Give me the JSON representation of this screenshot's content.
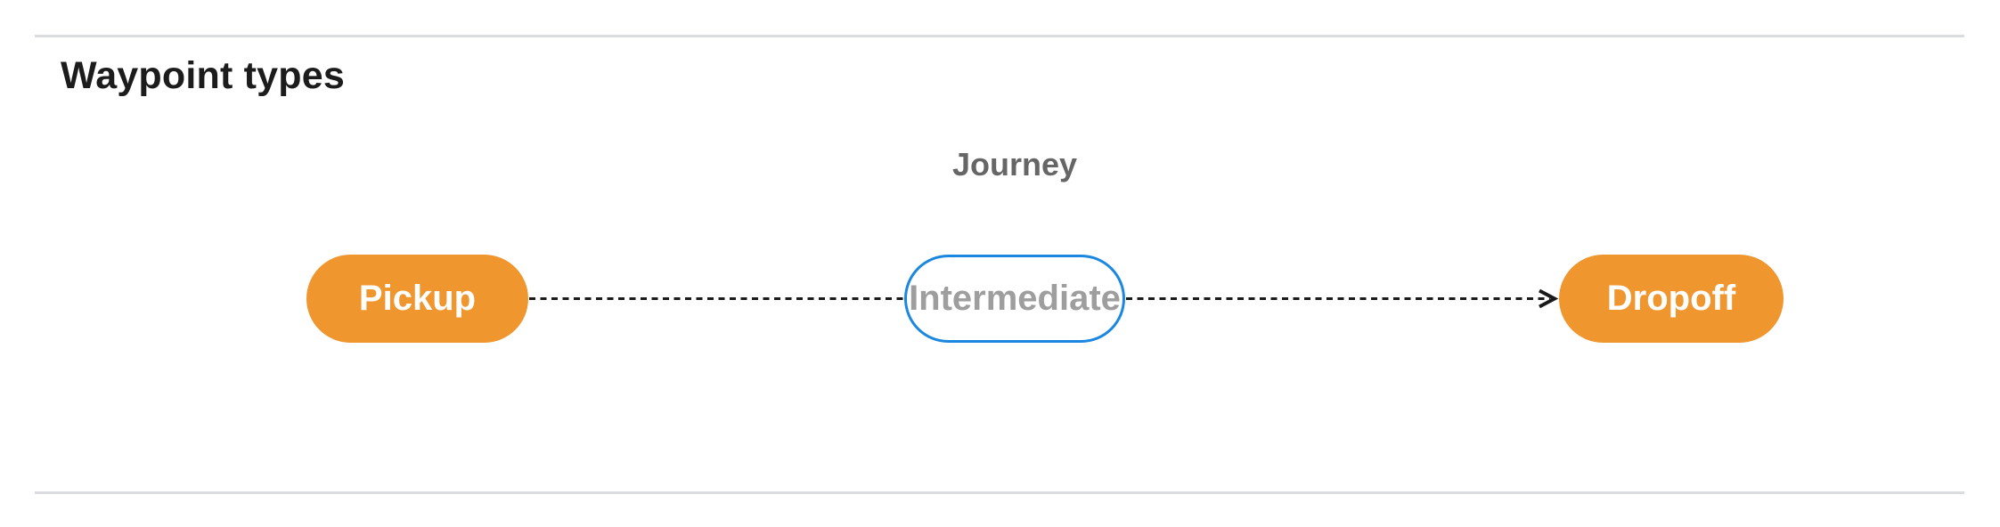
{
  "page": {
    "title": "Waypoint types"
  },
  "diagram": {
    "label": "Journey",
    "nodes": [
      {
        "id": "pickup",
        "label": "Pickup",
        "style": "terminal"
      },
      {
        "id": "intermediate",
        "label": "Intermediate",
        "style": "intermediate"
      },
      {
        "id": "dropoff",
        "label": "Dropoff",
        "style": "terminal"
      }
    ],
    "edges": [
      {
        "from": "pickup",
        "to": "intermediate",
        "line": "dashed",
        "arrow": false
      },
      {
        "from": "intermediate",
        "to": "dropoff",
        "line": "dashed",
        "arrow": true
      }
    ]
  },
  "colors": {
    "terminal_fill": "#F0962E",
    "terminal_text": "#FFFFFF",
    "intermediate_border": "#1B87E0",
    "intermediate_text": "#9E9E9E",
    "heading_text": "#1C1C1C",
    "journey_label": "#666666",
    "divider": "#DADCE0",
    "connector": "#1A1A1A"
  }
}
